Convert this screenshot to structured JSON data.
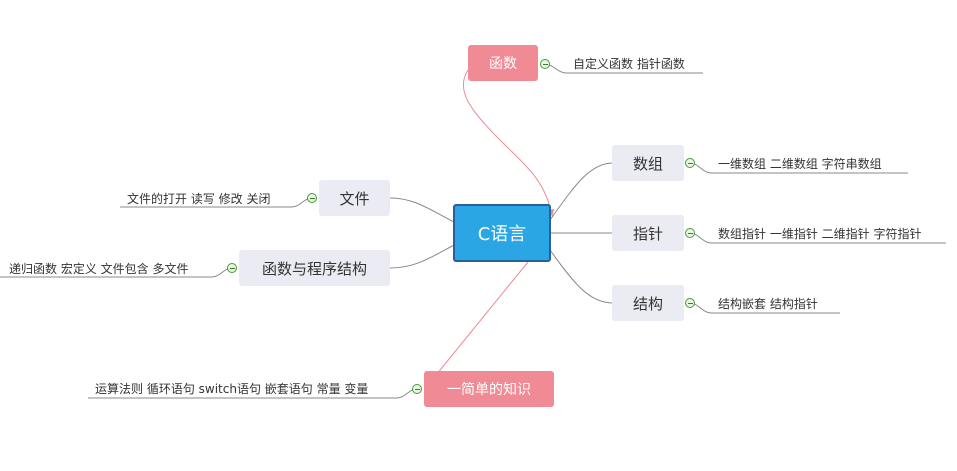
{
  "center": {
    "label": "C语言"
  },
  "branches": [
    {
      "label": "函数",
      "details": "自定义函数 指针函数"
    },
    {
      "label": "数组",
      "details": "一维数组 二维数组 字符串数组"
    },
    {
      "label": "指针",
      "details": "数组指针 一维指针 二维指针 字符指针"
    },
    {
      "label": "结构",
      "details": "结构嵌套 结构指针"
    },
    {
      "label": "文件",
      "details": "文件的打开 读写 修改 关闭"
    },
    {
      "label": "函数与程序结构",
      "details": "递归函数 宏定义 文件包含 多文件"
    },
    {
      "label": "一简单的知识",
      "details": "运算法则 循环语句 switch语句 嵌套语句 常量 变量"
    }
  ],
  "colors": {
    "center_fill": "#29a6e3",
    "center_border": "#2a5e9c",
    "topic_fill": "#ebebf4",
    "highlight_fill": "#f08a95",
    "link_grey": "#888888",
    "link_pink": "#f08a95",
    "toggle": "#4a9a3c"
  },
  "icons": {
    "collapse_toggle": "minus-circle-icon"
  }
}
